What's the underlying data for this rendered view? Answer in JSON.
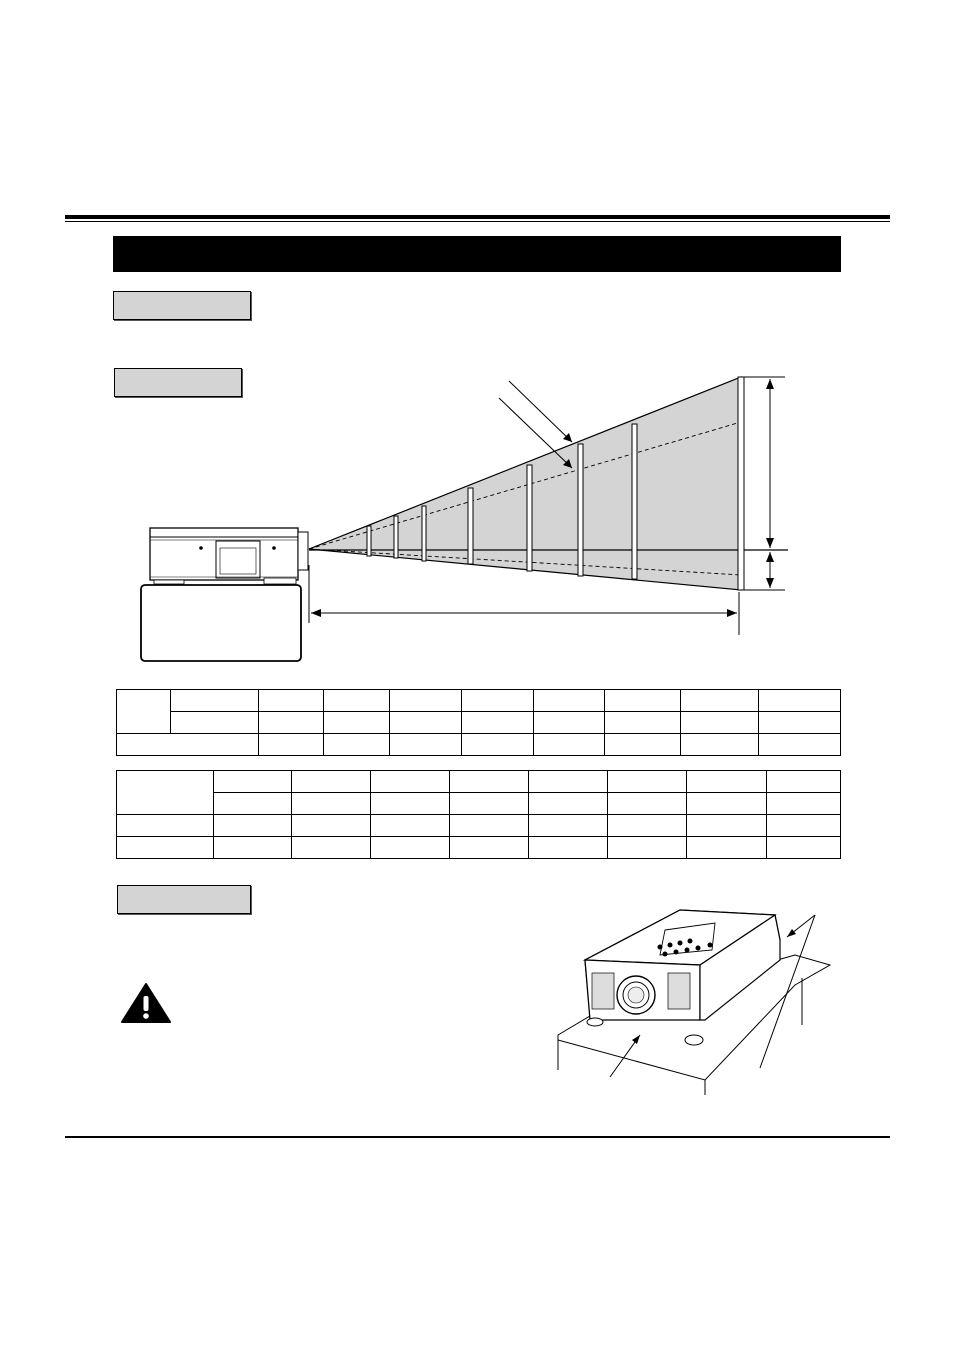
{
  "page": {
    "sections": [
      {
        "id": "section-1",
        "label": ""
      },
      {
        "id": "section-2",
        "label": ""
      },
      {
        "id": "section-3",
        "label": ""
      }
    ]
  },
  "projection_diagram": {
    "screen_fill_color": "#d4d4d4",
    "caption": ""
  },
  "table_1": {
    "rows": [
      [
        "",
        "",
        "",
        "",
        "",
        "",
        "",
        "",
        ""
      ],
      [
        "",
        "",
        "",
        "",
        "",
        "",
        "",
        "",
        ""
      ],
      [
        "",
        "",
        "",
        "",
        "",
        "",
        "",
        "",
        ""
      ]
    ]
  },
  "table_2": {
    "rows": [
      [
        "",
        "",
        "",
        "",
        "",
        "",
        "",
        ""
      ],
      [
        "",
        "",
        "",
        "",
        "",
        "",
        "",
        ""
      ],
      [
        "",
        "",
        "",
        "",
        "",
        "",
        "",
        ""
      ],
      [
        "",
        "",
        "",
        "",
        "",
        "",
        "",
        ""
      ]
    ]
  },
  "warning": {
    "icon": "warning-triangle-icon",
    "text": ""
  },
  "colors": {
    "label_fill": "#d4d4d4",
    "title_bar": "#000000"
  }
}
